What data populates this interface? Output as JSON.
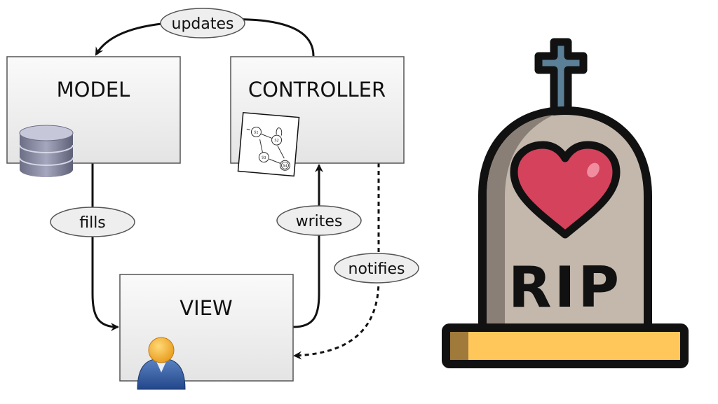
{
  "diagram": {
    "nodes": {
      "model": "MODEL",
      "controller": "CONTROLLER",
      "view": "VIEW"
    },
    "edges": {
      "updates": "updates",
      "fills": "fills",
      "writes": "writes",
      "notifies": "notifies"
    },
    "state_machine": {
      "states": [
        "S1",
        "S2",
        "S3",
        "S4"
      ]
    }
  },
  "tombstone": {
    "text": "RIP"
  },
  "colors": {
    "box_fill": "#efefef",
    "label_fill": "#eeeeee",
    "stone": "#c4b8ad",
    "stone_shadow": "#8a7f76",
    "heart": "#d4425c",
    "cross": "#5b7f96",
    "base": "#ffc75a",
    "base_shadow": "#a07a3a",
    "outline": "#111111"
  }
}
